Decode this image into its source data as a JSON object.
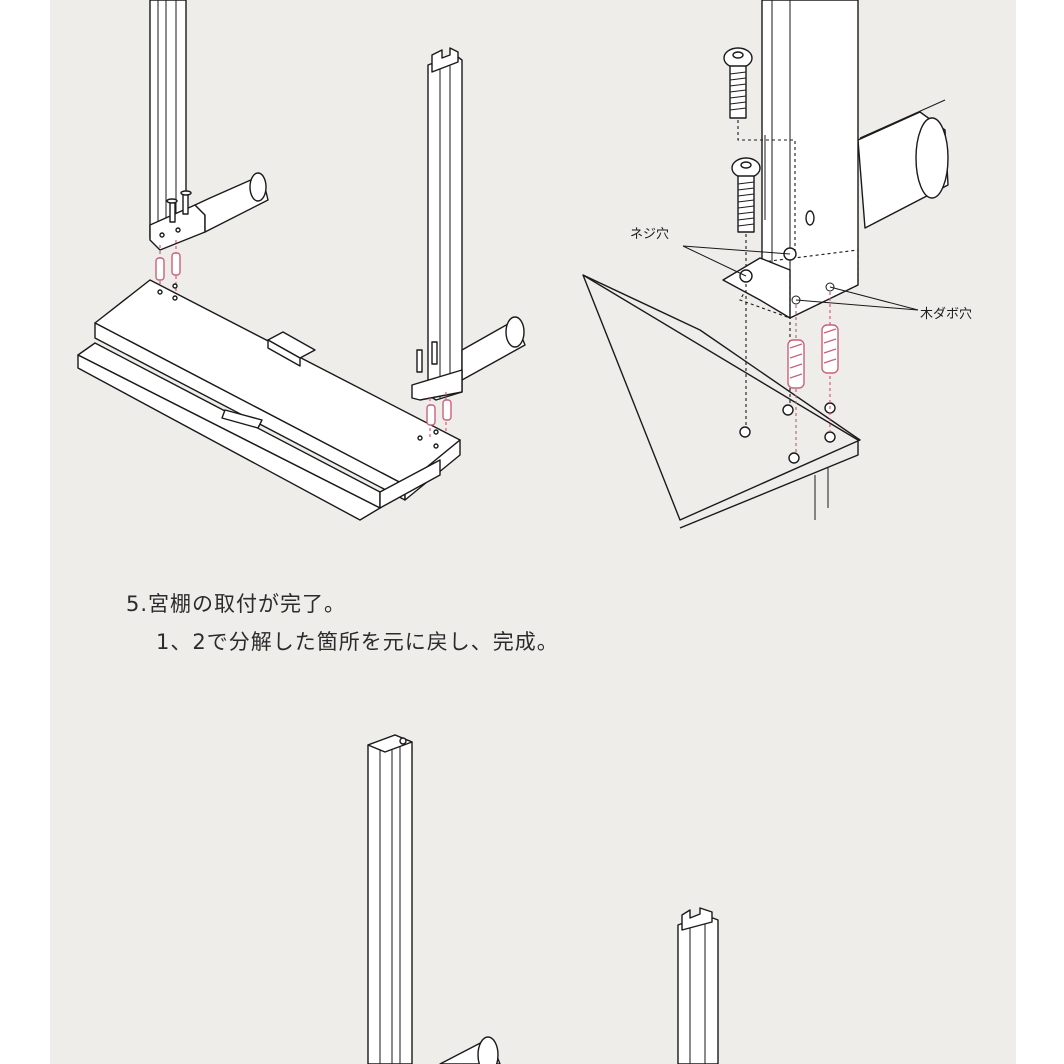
{
  "step5": {
    "title": "5.宮棚の取付が完了。",
    "detail": "1、2で分解した箇所を元に戻し、完成。"
  },
  "callouts": {
    "screw_hole": "ネジ穴",
    "dowel_hole": "木ダボ穴"
  },
  "colors": {
    "background": "#efedea",
    "line": "#1a1a1a",
    "dowel": "#c9627a"
  }
}
